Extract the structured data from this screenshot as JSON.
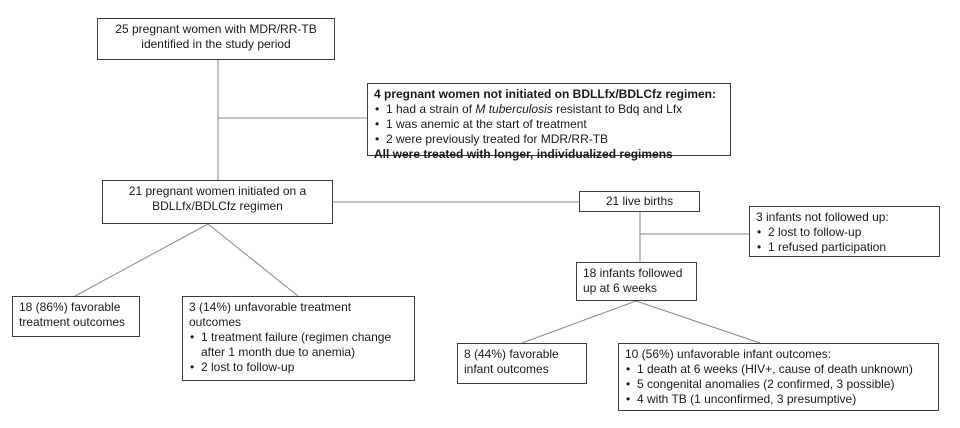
{
  "top": {
    "lines": [
      "25 pregnant women with MDR/RR-TB",
      "identified in the study period"
    ]
  },
  "excluded": {
    "heading": "4 pregnant women not initiated on BDLLfx/BDLCfz regimen:",
    "items": [
      {
        "before": "1 had a strain of ",
        "italic": "M tuberculosis",
        "after": " resistant to Bdq and Lfx"
      },
      {
        "before": "1 was anemic at the start of treatment",
        "italic": "",
        "after": ""
      },
      {
        "before": "2 were previously treated for MDR/RR-TB",
        "italic": "",
        "after": ""
      }
    ],
    "footer": "All were treated with longer, individualized regimens"
  },
  "initiated": {
    "lines": [
      "21 pregnant women initiated on a",
      "BDLLfx/BDLCfz regimen"
    ]
  },
  "births": {
    "text": "21 live births"
  },
  "not_followed": {
    "heading": "3 infants not followed up:",
    "items": [
      "2 lost to follow-up",
      "1 refused participation"
    ]
  },
  "followed": {
    "lines": [
      "18 infants followed",
      "up at 6 weeks"
    ]
  },
  "favorable_treatment": {
    "lines": [
      "18 (86%) favorable",
      "treatment outcomes"
    ]
  },
  "unfavorable_treatment": {
    "heading": [
      "3 (14%) unfavorable treatment",
      "outcomes"
    ],
    "items": [
      "1 treatment failure (regimen change after 1 month due to anemia)",
      "2 lost to follow-up"
    ]
  },
  "favorable_infant": {
    "lines": [
      "8 (44%) favorable",
      "infant outcomes"
    ]
  },
  "unfavorable_infant": {
    "heading": "10 (56%) unfavorable infant outcomes:",
    "items": [
      "1 death at 6 weeks (HIV+, cause of death unknown)",
      "5 congenital anomalies (2 confirmed, 3 possible)",
      "4 with TB (1 unconfirmed, 3 presumptive)"
    ]
  }
}
